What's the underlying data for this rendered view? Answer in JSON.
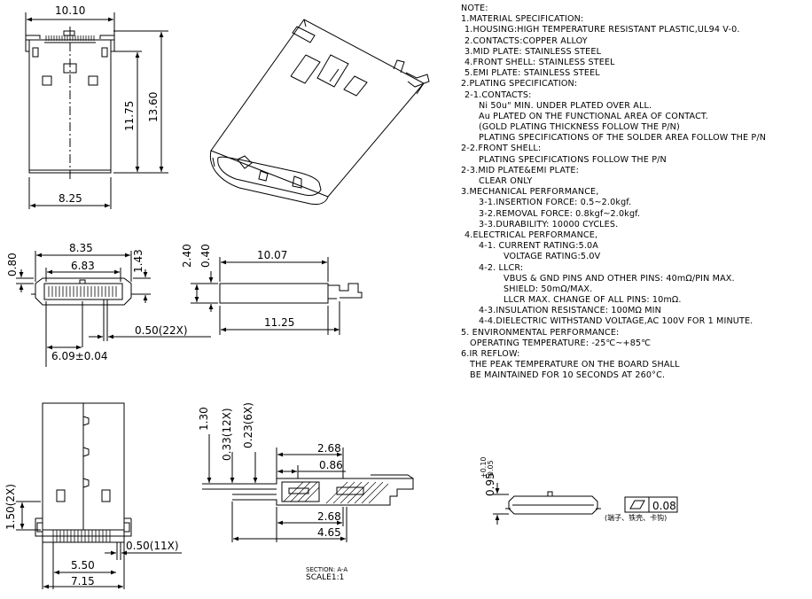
{
  "notes": [
    {
      "indent": 0,
      "text": "NOTE:"
    },
    {
      "indent": 0,
      "text": "1.MATERIAL SPECIFICATION:"
    },
    {
      "indent": 1,
      "text": "1.HOUSING:HIGH TEMPERATURE RESISTANT PLASTIC,UL94 V-0."
    },
    {
      "indent": 1,
      "text": "2.CONTACTS:COPPER ALLOY"
    },
    {
      "indent": 1,
      "text": "3.MID PLATE: STAINLESS STEEL"
    },
    {
      "indent": 1,
      "text": "4.FRONT SHELL: STAINLESS STEEL"
    },
    {
      "indent": 1,
      "text": "5.EMI PLATE: STAINLESS STEEL"
    },
    {
      "indent": 0,
      "text": "2.PLATING SPECIFICATION:"
    },
    {
      "indent": 1,
      "text": "2-1.CONTACTS:"
    },
    {
      "indent": 3,
      "text": "Ni 50u\" MIN. UNDER PLATED OVER ALL."
    },
    {
      "indent": 3,
      "text": "Au PLATED ON THE FUNCTIONAL AREA OF CONTACT."
    },
    {
      "indent": 3,
      "text": "(GOLD PLATING THICKNESS FOLLOW THE P/N)"
    },
    {
      "indent": 3,
      "text": "PLATING SPECIFICATIONS OF THE SOLDER AREA FOLLOW THE P/N"
    },
    {
      "indent": 0,
      "text": "2-2.FRONT SHELL:"
    },
    {
      "indent": 3,
      "text": "PLATING SPECIFICATIONS FOLLOW THE P/N"
    },
    {
      "indent": 0,
      "text": "2-3.MID PLATE&EMI PLATE:"
    },
    {
      "indent": 3,
      "text": "CLEAR ONLY"
    },
    {
      "indent": 0,
      "text": "3.MECHANICAL PERFORMANCE,"
    },
    {
      "indent": 3,
      "text": "3-1.INSERTION FORCE: 0.5~2.0kgf."
    },
    {
      "indent": 3,
      "text": "3-2.REMOVAL FORCE: 0.8kgf~2.0kgf."
    },
    {
      "indent": 3,
      "text": "3-3.DURABILITY: 10000 CYCLES."
    },
    {
      "indent": 1,
      "text": "4.ELECTRICAL PERFORMANCE,"
    },
    {
      "indent": 3,
      "text": "4-1. CURRENT RATING:5.0A"
    },
    {
      "indent": 4,
      "text": "VOLTAGE RATING:5.0V"
    },
    {
      "indent": 3,
      "text": "4-2. LLCR:"
    },
    {
      "indent": 4,
      "text": "VBUS & GND PINS AND OTHER PINS: 40mΩ/PIN MAX."
    },
    {
      "indent": 4,
      "text": "SHIELD: 50mΩ/MAX."
    },
    {
      "indent": 4,
      "text": "LLCR MAX. CHANGE OF ALL PINS: 10mΩ."
    },
    {
      "indent": 3,
      "text": "4-3.INSULATION RESISTANCE: 100MΩ   MIN"
    },
    {
      "indent": 3,
      "text": "4-4.DIELECTRIC WITHSTAND VOLTAGE,AC 100V FOR 1 MINUTE."
    },
    {
      "indent": 0,
      "text": "5. ENVIRONMENTAL PERFORMANCE:"
    },
    {
      "indent": 2,
      "text": "OPERATING TEMPERATURE: -25℃~+85℃"
    },
    {
      "indent": 0,
      "text": "6.IR REFLOW:"
    },
    {
      "indent": 2,
      "text": "THE PEAK TEMPERATURE ON THE BOARD SHALL"
    },
    {
      "indent": 2,
      "text": "BE MAINTAINED FOR 10 SECONDS AT 260°C."
    }
  ],
  "dims": {
    "top_width": "10.10",
    "top_bottom_width": "8.25",
    "top_height_1": "11.75",
    "top_height_2": "13.60",
    "front_width_outer": "8.35",
    "front_width_inner": "6.83",
    "front_pitch": "0.50(22X)",
    "front_offset": "6.09±0.04",
    "front_height_a": "0.80",
    "front_height_b": "1.43",
    "side_len_a": "10.07",
    "side_len_b": "11.25",
    "side_height_a": "2.40",
    "side_height_b": "0.40",
    "bottom_pitch": "0.50(11X)",
    "bottom_w_a": "5.50",
    "bottom_w_b": "7.15",
    "bottom_h": "1.50(2X)",
    "section_a": "2.68",
    "section_b": "0.86",
    "section_c": "2.68",
    "section_d": "4.65",
    "section_v1": "1.30",
    "section_v2": "0.33(12X)",
    "section_v3": "0.23(6X)",
    "flatness_tol": "0.95",
    "flatness_plus": "+0.10",
    "flatness_minus": "-0.05",
    "flatness_value": "0.08",
    "flatness_note": "(端子、铁壳、卡钩)"
  },
  "labels": {
    "section_title": "SECTION: A-A",
    "scale": "SCALE1:1"
  }
}
